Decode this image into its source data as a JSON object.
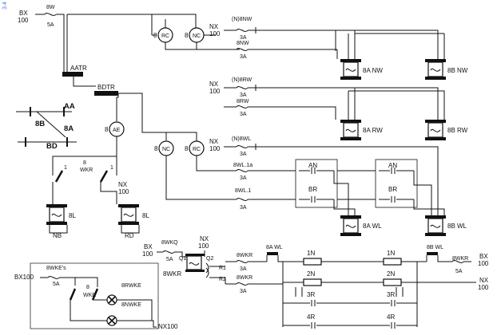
{
  "side_label": "3.4",
  "colors": {
    "ink": "#111111",
    "side_label": "#3a7fd0"
  },
  "feeds": {
    "bx100_top": [
      "BX",
      "100"
    ],
    "nx100": [
      "NX",
      "100"
    ],
    "bx100_wkr": [
      "BX",
      "100"
    ],
    "bx100_wke": "BX100",
    "nx100_wke": "NX100",
    "nx100_right": [
      "NX",
      "100"
    ],
    "bx100_right": [
      "BX",
      "100"
    ]
  },
  "fuses": {
    "f8w": [
      "8W",
      "5A"
    ],
    "n8nw": [
      "(N)8NW",
      "3A"
    ],
    "f8nw": [
      "8NW",
      "3A"
    ],
    "n8rw": [
      "(N)8RW",
      "3A"
    ],
    "f8rw": [
      "8RW",
      "3A"
    ],
    "n8wl": [
      "(N)8WL",
      "3A"
    ],
    "f8wl1a": [
      "8WL.1a",
      "3A"
    ],
    "f8wl1": [
      "8WL.1",
      "3A"
    ],
    "f8wkq": [
      "8WKQ",
      "5A"
    ],
    "f8wkr_a": [
      "8WKR",
      "3A"
    ],
    "f8wkr_b": [
      "8WKR",
      "3A"
    ],
    "f8wkr_c": [
      "8WKR",
      "5A"
    ],
    "f8wkes": [
      "8WKE's",
      "5A"
    ]
  },
  "relays": {
    "aatr": "AATR",
    "bdtr": "BDTR",
    "rc": "RC",
    "nc": "NC",
    "ae": "AE",
    "eight": "8",
    "wkr_center": [
      "8",
      "WKR"
    ],
    "wkr_lower": [
      "8",
      "WKR"
    ],
    "wkr_contact": "1",
    "wkr_coil": "8WKR",
    "wkr_q1": "Q1",
    "wkr_q2": "Q2",
    "wkr_r1": "R1",
    "wkr_r2": "R2"
  },
  "machines": {
    "nw_a": "8A NW",
    "nw_b": "8B NW",
    "rw_a": "8A RW",
    "rw_b": "8B RW",
    "wl_a": "8A WL",
    "wl_b": "8B WL",
    "l_left": "8L",
    "l_right": "8L",
    "nb": "NB",
    "rd": "RD"
  },
  "contacts": {
    "an": "AN",
    "br": "BR",
    "c1n": "1N",
    "c2n": "2N",
    "c3r": "3R",
    "c4r": "4R",
    "wl_8a": "8A WL",
    "wl_8b": "8B WL"
  },
  "lamps": {
    "rwke": "8RWKE",
    "nwke": "8NWKE"
  },
  "track": {
    "aa": "AA",
    "bd": "BD",
    "p8a": "8A",
    "p8b": "8B"
  }
}
